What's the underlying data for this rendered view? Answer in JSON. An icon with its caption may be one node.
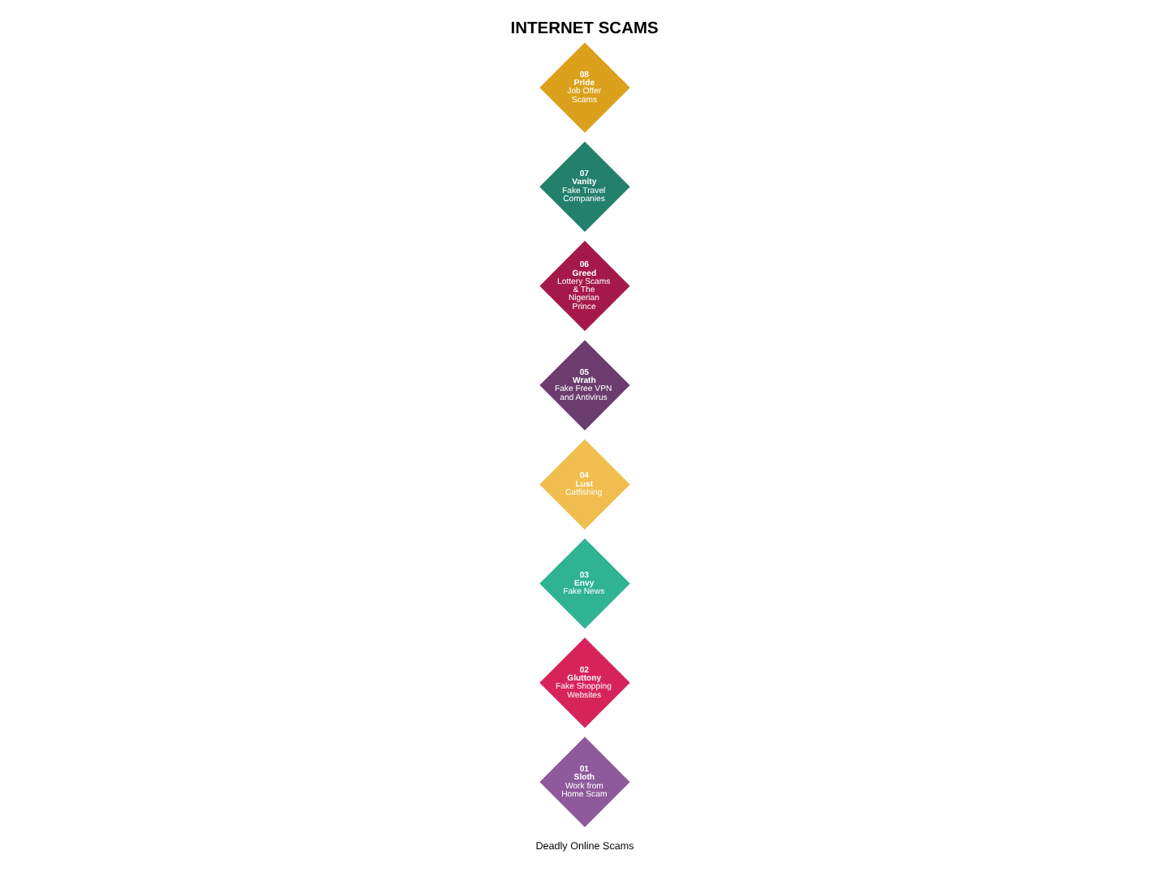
{
  "diagram": {
    "title": "INTERNET SCAMS",
    "nodes": [
      {
        "text": [
          "01",
          "Sloth",
          "Work from Home Scam"
        ]
      },
      {
        "text": [
          "02",
          "Gluttony",
          "Fake Shopping Websites"
        ]
      },
      {
        "text": [
          "03",
          "Envy",
          "Fake News"
        ]
      },
      {
        "text": [
          "04",
          "Lust",
          "Catfishing"
        ]
      },
      {
        "text": [
          "05",
          "Wrath",
          "Fake Free VPN and Antivirus"
        ]
      },
      {
        "text": [
          "06",
          "Greed",
          "Lottery Scams & The Nigerian Prince"
        ]
      },
      {
        "text": [
          "07",
          "Vanity",
          "Fake Travel Companies"
        ]
      },
      {
        "text": [
          "08",
          "Pride",
          "Job Offer Scams"
        ]
      }
    ],
    "edges": [],
    "labels": [
      "Deadly Online Scams"
    ]
  }
}
